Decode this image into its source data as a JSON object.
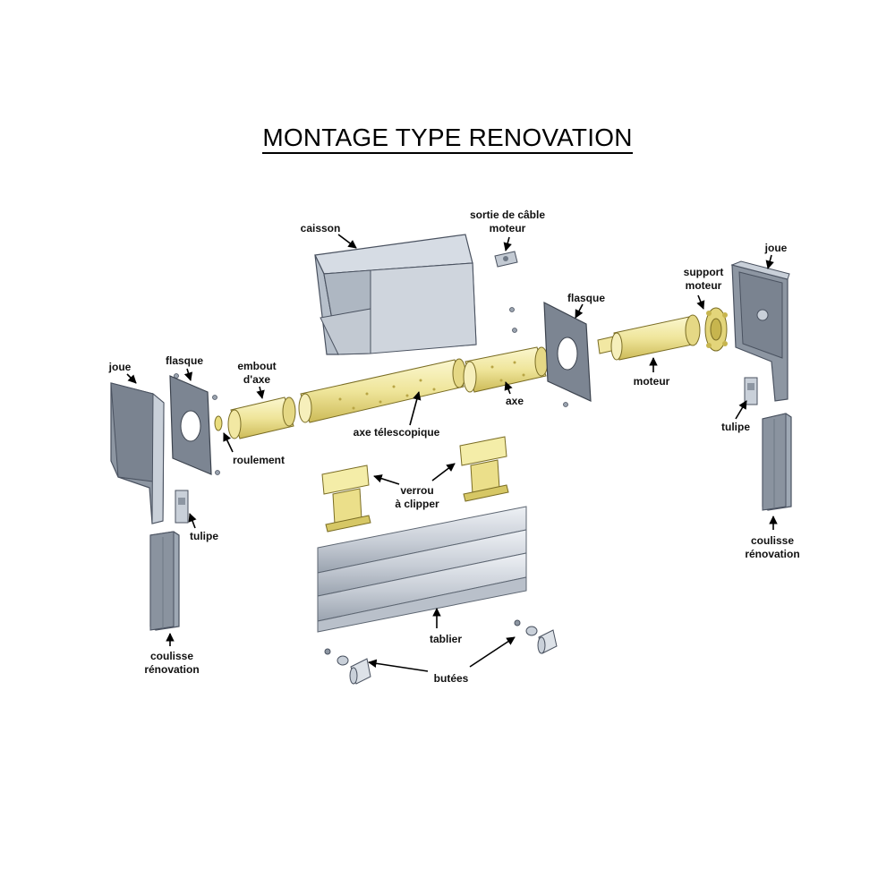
{
  "title": "MONTAGE TYPE RENOVATION",
  "labels": {
    "caisson": "caisson",
    "sortie_cable_1": "sortie de câble",
    "sortie_cable_2": "moteur",
    "joue_left": "joue",
    "flasque_left": "flasque",
    "embout_1": "embout",
    "embout_2": "d'axe",
    "roulement": "roulement",
    "axe_telescopique": "axe télescopique",
    "axe": "axe",
    "flasque_right": "flasque",
    "support_1": "support",
    "support_2": "moteur",
    "moteur": "moteur",
    "joue_right": "joue",
    "tulipe_left": "tulipe",
    "tulipe_right": "tulipe",
    "verrou_1": "verrou",
    "verrou_2": "à clipper",
    "tablier": "tablier",
    "butees": "butées",
    "coulisse_left_1": "coulisse",
    "coulisse_left_2": "rénovation",
    "coulisse_right_1": "coulisse",
    "coulisse_right_2": "rénovation"
  },
  "colors": {
    "metal_light": "#c9d0d9",
    "metal_mid": "#a7b1bd",
    "metal_dark": "#6f7986",
    "joue_gray": "#8d96a2",
    "yellow_light": "#f7f2b4",
    "yellow_mid": "#e9dd7e",
    "yellow_dark": "#c7b54e",
    "outline": "#4a5260"
  }
}
